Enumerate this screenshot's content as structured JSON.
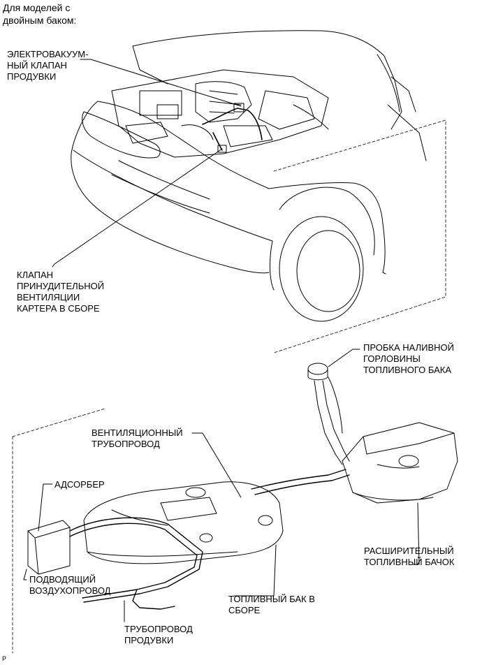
{
  "header": "Для моделей с\nдвойным баком:",
  "labels": {
    "purge_vsv": "ЭЛЕКТРОВАКУУМ-\nНЫЙ КЛАПАН\nПРОДУВКИ",
    "pcv_valve": "КЛАПАН\nПРИНУДИТЕЛЬНОЙ\nВЕНТИЛЯЦИИ\nКАРТЕРА В СБОРЕ",
    "fuel_cap": "ПРОБКА НАЛИВНОЙ\nГОРЛОВИНЫ\nТОПЛИВНОГО БАКА",
    "vent_line": "ВЕНТИЛЯЦИОННЫЙ\nТРУБОПРОВОД",
    "canister": "АДСОРБЕР",
    "expansion_tank": "РАСШИРИТЕЛЬНЫЙ\nТОПЛИВНЫЙ БАЧОК",
    "air_inlet": "ПОДВОДЯЩИЙ\nВОЗДУХОПРОВОД",
    "fuel_tank": "ТОПЛИВНЫЙ БАК В\nСБОРЕ",
    "purge_line": "ТРУБОПРОВОД\nПРОДУВКИ"
  },
  "page_code": "P"
}
